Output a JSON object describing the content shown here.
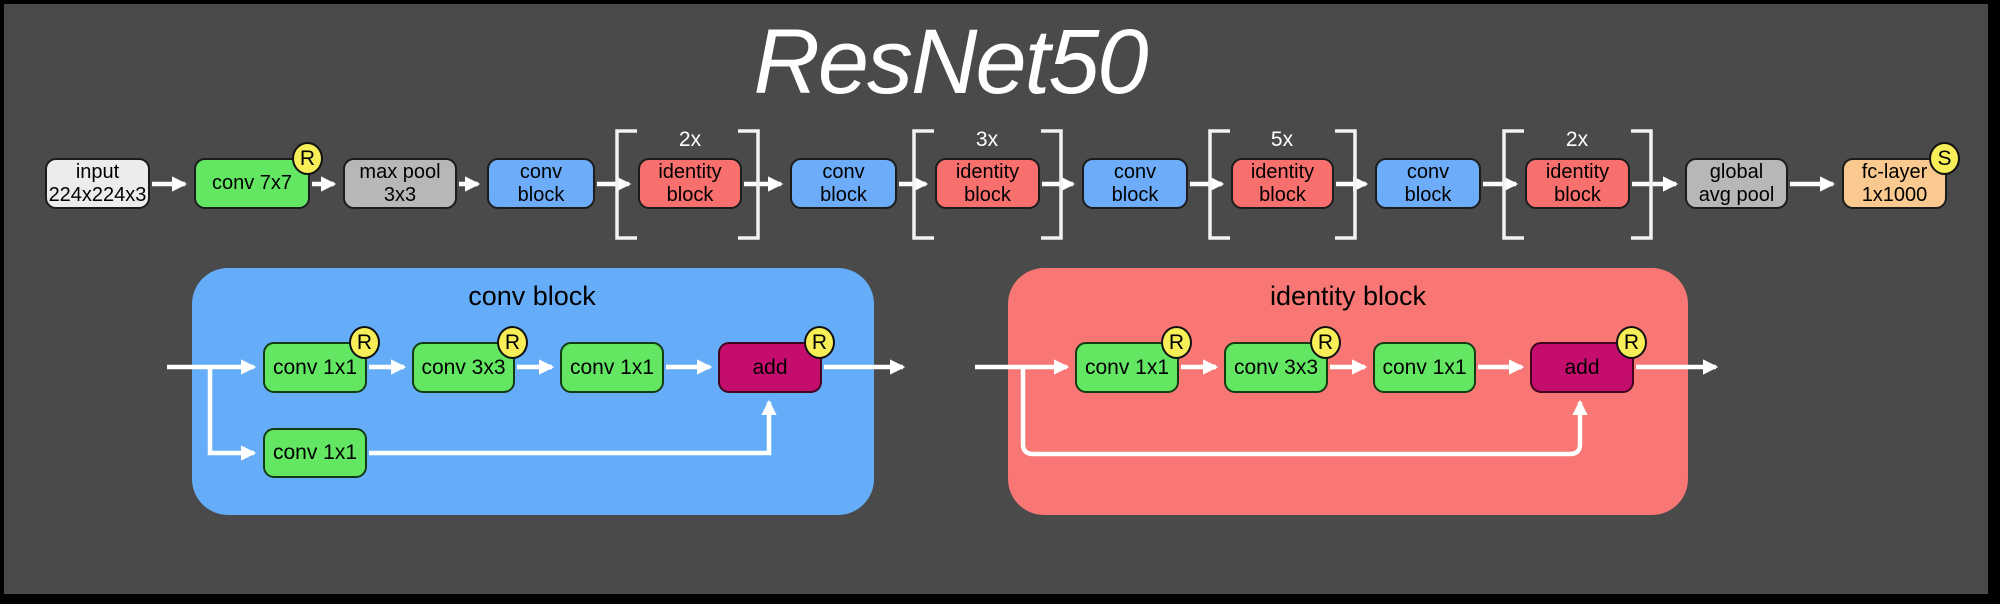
{
  "title": "ResNet50",
  "colors": {
    "background": "#4a4a4a",
    "frame_border": "#000000",
    "conv_green": "#63e763",
    "block_blue": "#6cacf8",
    "identity_red": "#f8706d",
    "pool_gray": "#b7b7b7",
    "input_light": "#ececec",
    "fc_peach": "#f9c98f",
    "add_magenta": "#c50d6d",
    "badge_yellow": "#f8ee58",
    "wire_white": "#ffffff"
  },
  "pipeline": {
    "nodes": [
      {
        "label": "input\n224x224x3"
      },
      {
        "label": "conv 7x7",
        "badge": "R"
      },
      {
        "label": "max pool\n3x3"
      },
      {
        "label": "conv\nblock"
      },
      {
        "label": "identity\nblock",
        "repeat": "2x"
      },
      {
        "label": "conv\nblock"
      },
      {
        "label": "identity\nblock",
        "repeat": "3x"
      },
      {
        "label": "conv\nblock"
      },
      {
        "label": "identity\nblock",
        "repeat": "5x"
      },
      {
        "label": "conv\nblock"
      },
      {
        "label": "identity\nblock",
        "repeat": "2x"
      },
      {
        "label": "global\navg pool"
      },
      {
        "label": "fc-layer\n1x1000",
        "badge": "S"
      }
    ]
  },
  "panels": {
    "conv": {
      "title": "conv block",
      "main_path": [
        {
          "label": "conv 1x1",
          "badge": "R"
        },
        {
          "label": "conv 3x3",
          "badge": "R"
        },
        {
          "label": "conv 1x1"
        },
        {
          "label": "add",
          "badge": "R"
        }
      ],
      "shortcut": {
        "label": "conv 1x1"
      }
    },
    "identity": {
      "title": "identity block",
      "main_path": [
        {
          "label": "conv 1x1",
          "badge": "R"
        },
        {
          "label": "conv 3x3",
          "badge": "R"
        },
        {
          "label": "conv 1x1"
        },
        {
          "label": "add",
          "badge": "R"
        }
      ]
    }
  }
}
